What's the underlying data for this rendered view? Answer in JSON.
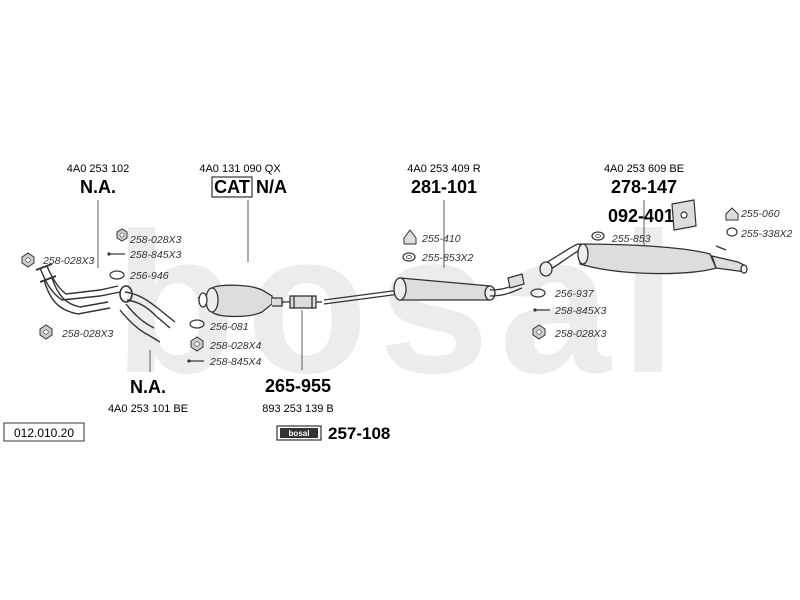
{
  "watermark": "bosal",
  "diagram_id": "012.010.20",
  "kit_code": "257-108",
  "kit_logo": "bosal",
  "groups": {
    "front_left": {
      "oe": "4A0 253 102",
      "code": "N.A."
    },
    "front_lower": {
      "code": "N.A.",
      "oe": "4A0 253 101 BE"
    },
    "catalyst": {
      "oe": "4A0 131 090 QX",
      "cat_label": "CAT",
      "code": "N/A"
    },
    "middle_pipe": {
      "code": "265-955",
      "oe": "893 253 139 B"
    },
    "center_box": {
      "oe": "4A0 253 409 R",
      "code": "281-101"
    },
    "rear_box": {
      "oe": "4A0 253 609 BE",
      "code": "278-147"
    },
    "mount": {
      "code": "092-401"
    }
  },
  "parts": {
    "p1": "258-028X3",
    "p2": "258-845X3",
    "p3": "258-028X3",
    "p4": "256-946",
    "p5": "258-028X3",
    "p6": "256-081",
    "p7": "258-028X4",
    "p8": "258-845X4",
    "p9": "255-410",
    "p10": "255-853X2",
    "p11": "256-937",
    "p12": "258-845X3",
    "p13": "258-028X3",
    "p14": "255-853",
    "p15": "255-060",
    "p16": "255-338X2"
  },
  "icons": [
    "nut-icon",
    "bolt-icon",
    "clamp-icon",
    "rubber-hanger-icon",
    "gasket-icon",
    "spring-icon"
  ],
  "colors": {
    "watermark": "#e8e8e8",
    "line": "#333333",
    "part_fill": "#d9d9d9"
  }
}
